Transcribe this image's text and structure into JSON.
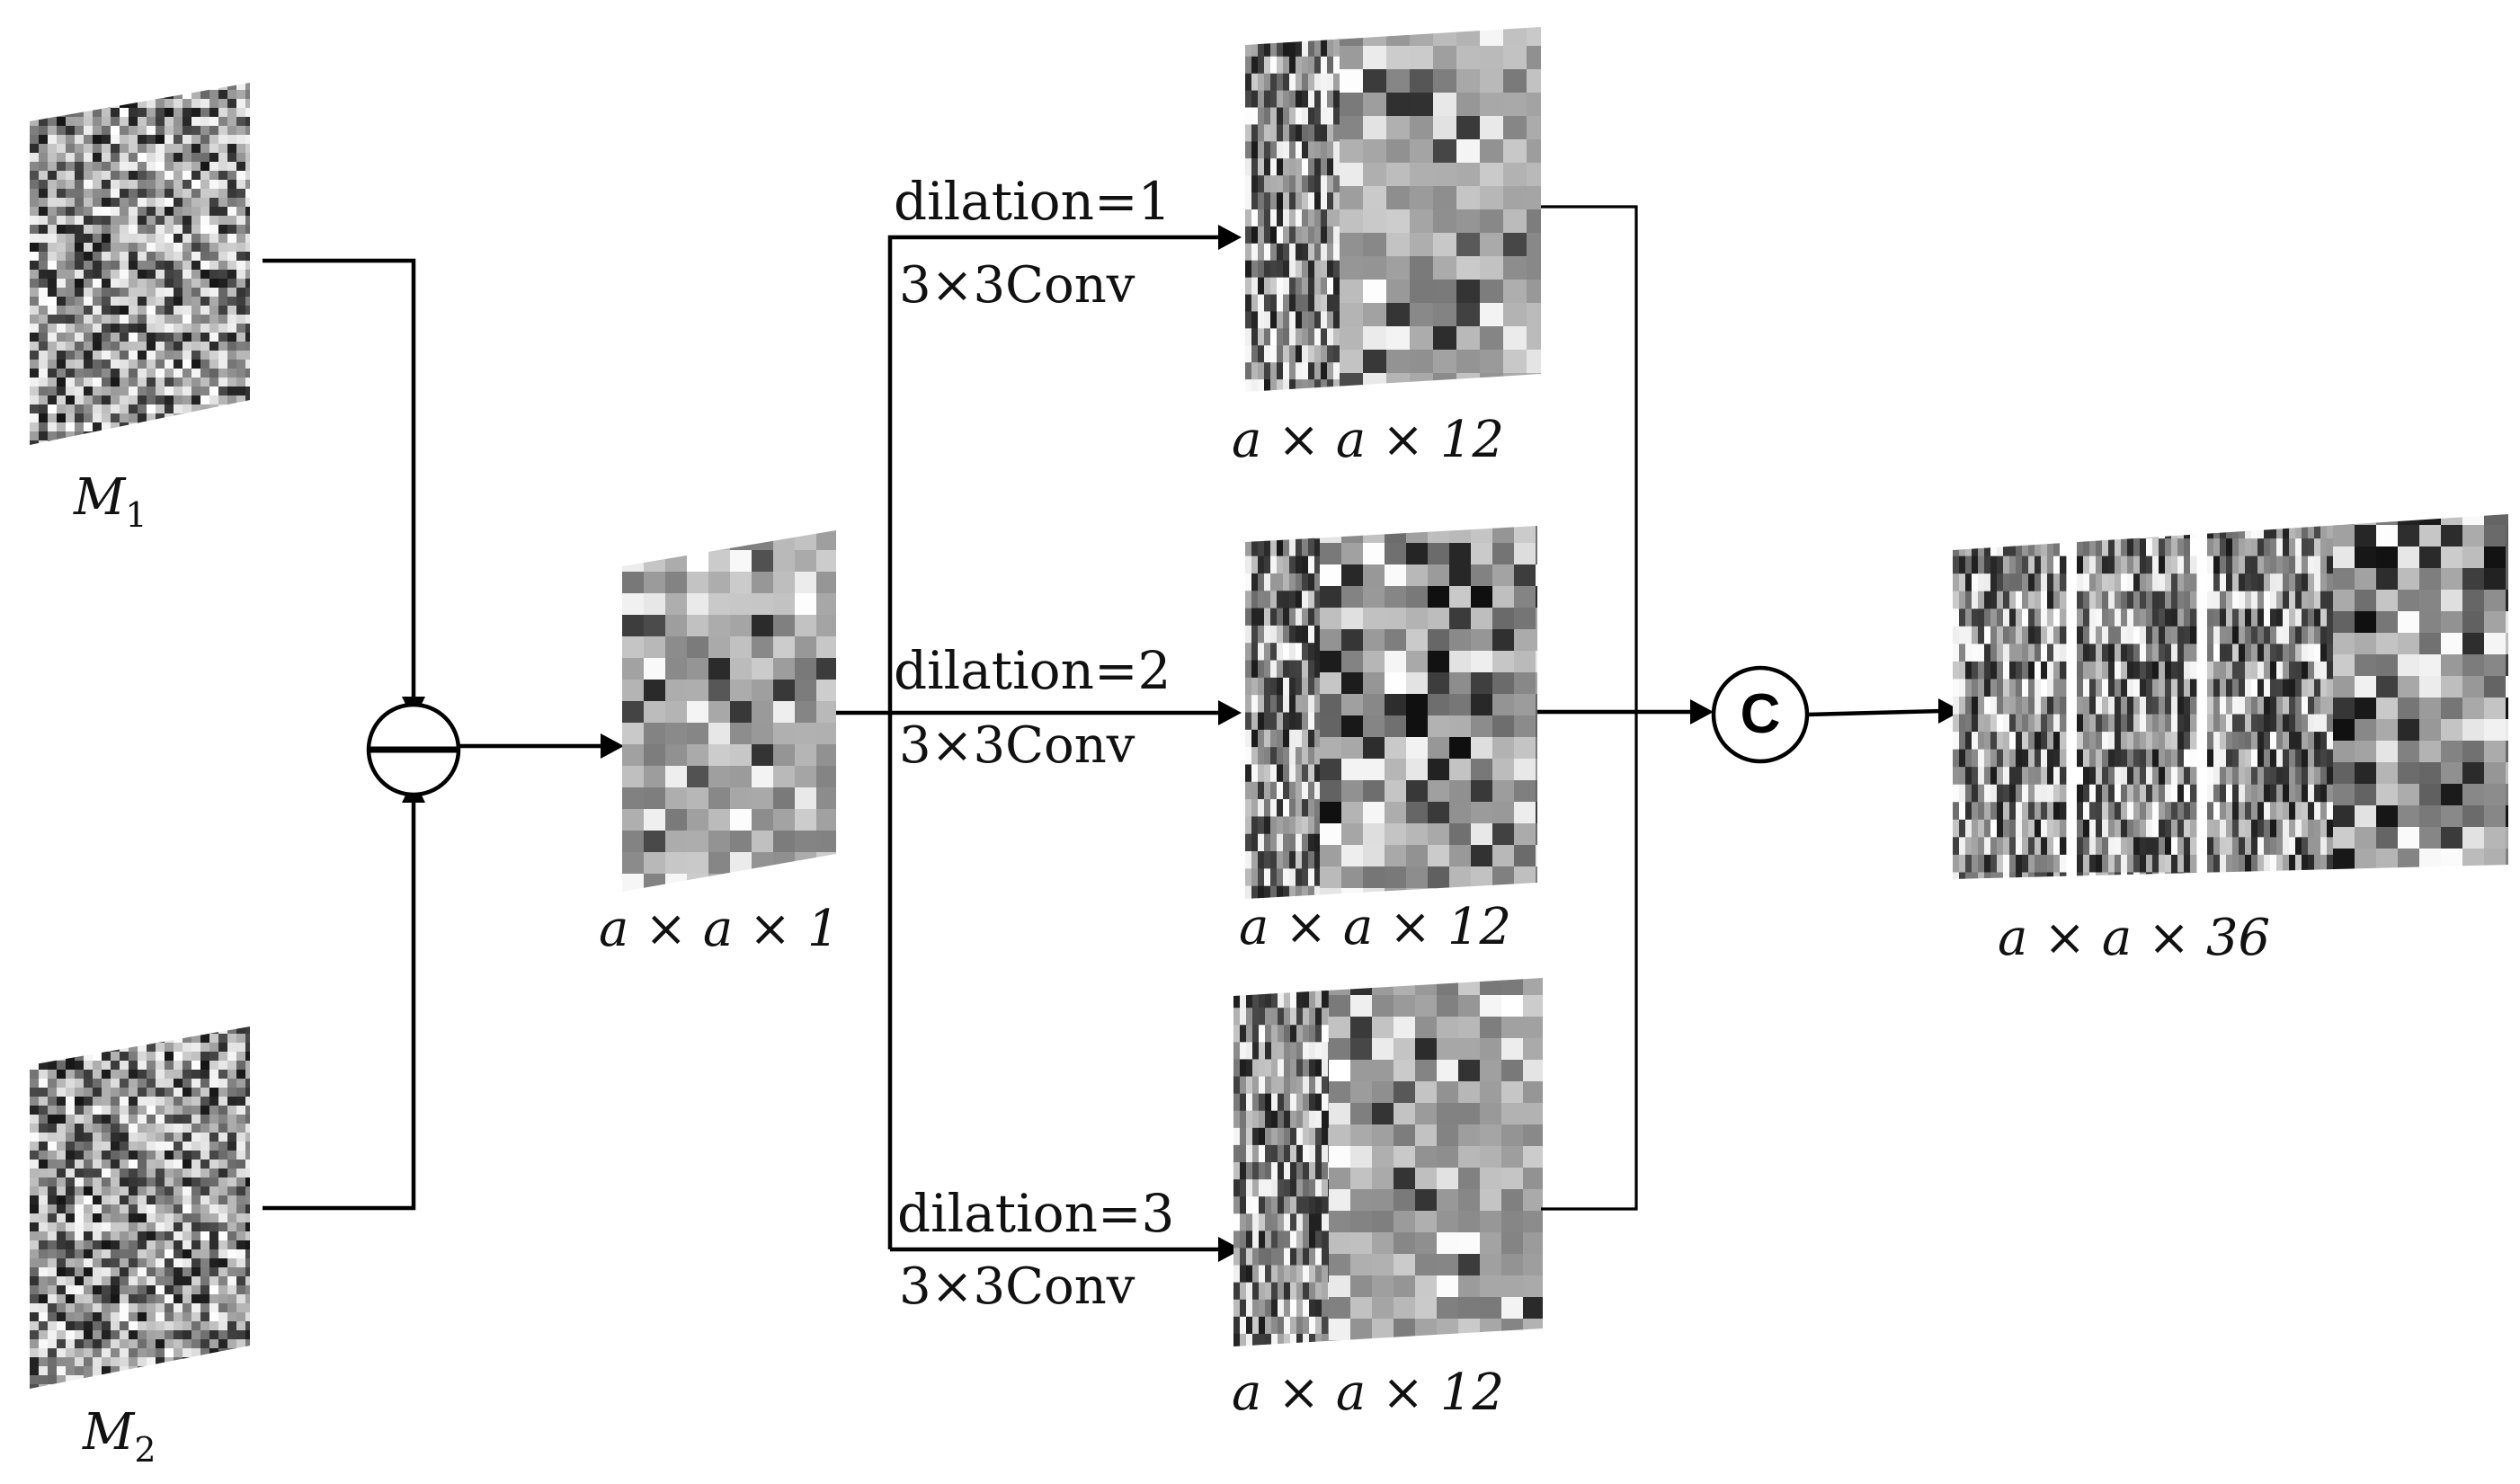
{
  "inputs": {
    "m1_label": {
      "base": "M",
      "sub": "1"
    },
    "m2_label": {
      "base": "M",
      "sub": "2"
    }
  },
  "difference_map": {
    "dims": "a × a × 1"
  },
  "branches": [
    {
      "dilation": "dilation=1",
      "conv": "3×3Conv",
      "dims": "a × a × 12"
    },
    {
      "dilation": "dilation=2",
      "conv": "3×3Conv",
      "dims": "a × a × 12"
    },
    {
      "dilation": "dilation=3",
      "conv": "3×3Conv",
      "dims": "a × a × 12"
    }
  ],
  "concat": {
    "symbol": "C"
  },
  "output": {
    "dims": "a × a × 36"
  },
  "colors": {
    "line": "#000000",
    "background": "#ffffff"
  }
}
